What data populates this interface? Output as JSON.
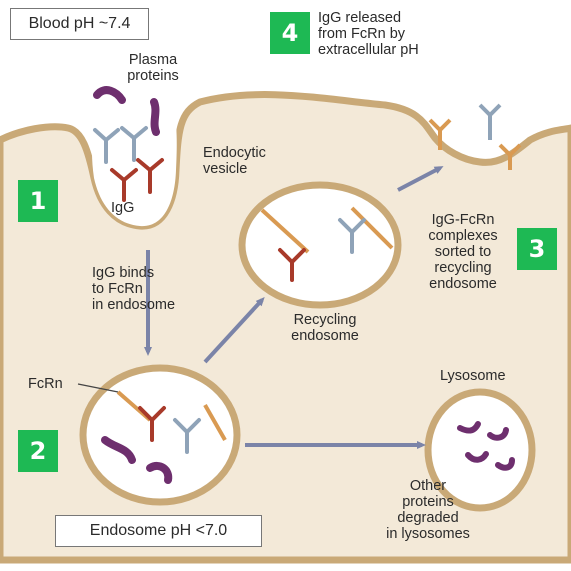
{
  "ph_boxes": {
    "blood": "Blood pH ~7.4",
    "endosome": "Endosome pH <7.0"
  },
  "steps": [
    "1",
    "2",
    "3",
    "4"
  ],
  "labels": {
    "plasma_proteins": [
      "Plasma",
      "proteins"
    ],
    "endocytic_vesicle": [
      "Endocytic",
      "vesicle"
    ],
    "igg": "IgG",
    "igg_binds": [
      "IgG binds",
      "to FcRn",
      "in endosome"
    ],
    "recycling_endosome": [
      "Recycling",
      "endosome"
    ],
    "igg_fcrn_complexes": [
      "IgG-FcRn",
      "complexes",
      "sorted to",
      "recycling",
      "endosome"
    ],
    "igg_released": [
      "IgG released",
      "from FcRn by",
      "extracellular pH"
    ],
    "fcrn": "FcRn",
    "lysosome": "Lysosome",
    "other_proteins": [
      "Other",
      "proteins",
      "degraded",
      "in lysosomes"
    ]
  },
  "colors": {
    "background": "#ffffff",
    "cytoplasm": "#f3e9d8",
    "membrane": "#c9a977",
    "igg_red": "#a83a2a",
    "igg_blue": "#8fa3b8",
    "fcrn_orange": "#d99a52",
    "plasma_protein_purple": "#6e2f6e",
    "arrow": "#7b84a8",
    "step_badge": "#1eb954"
  }
}
